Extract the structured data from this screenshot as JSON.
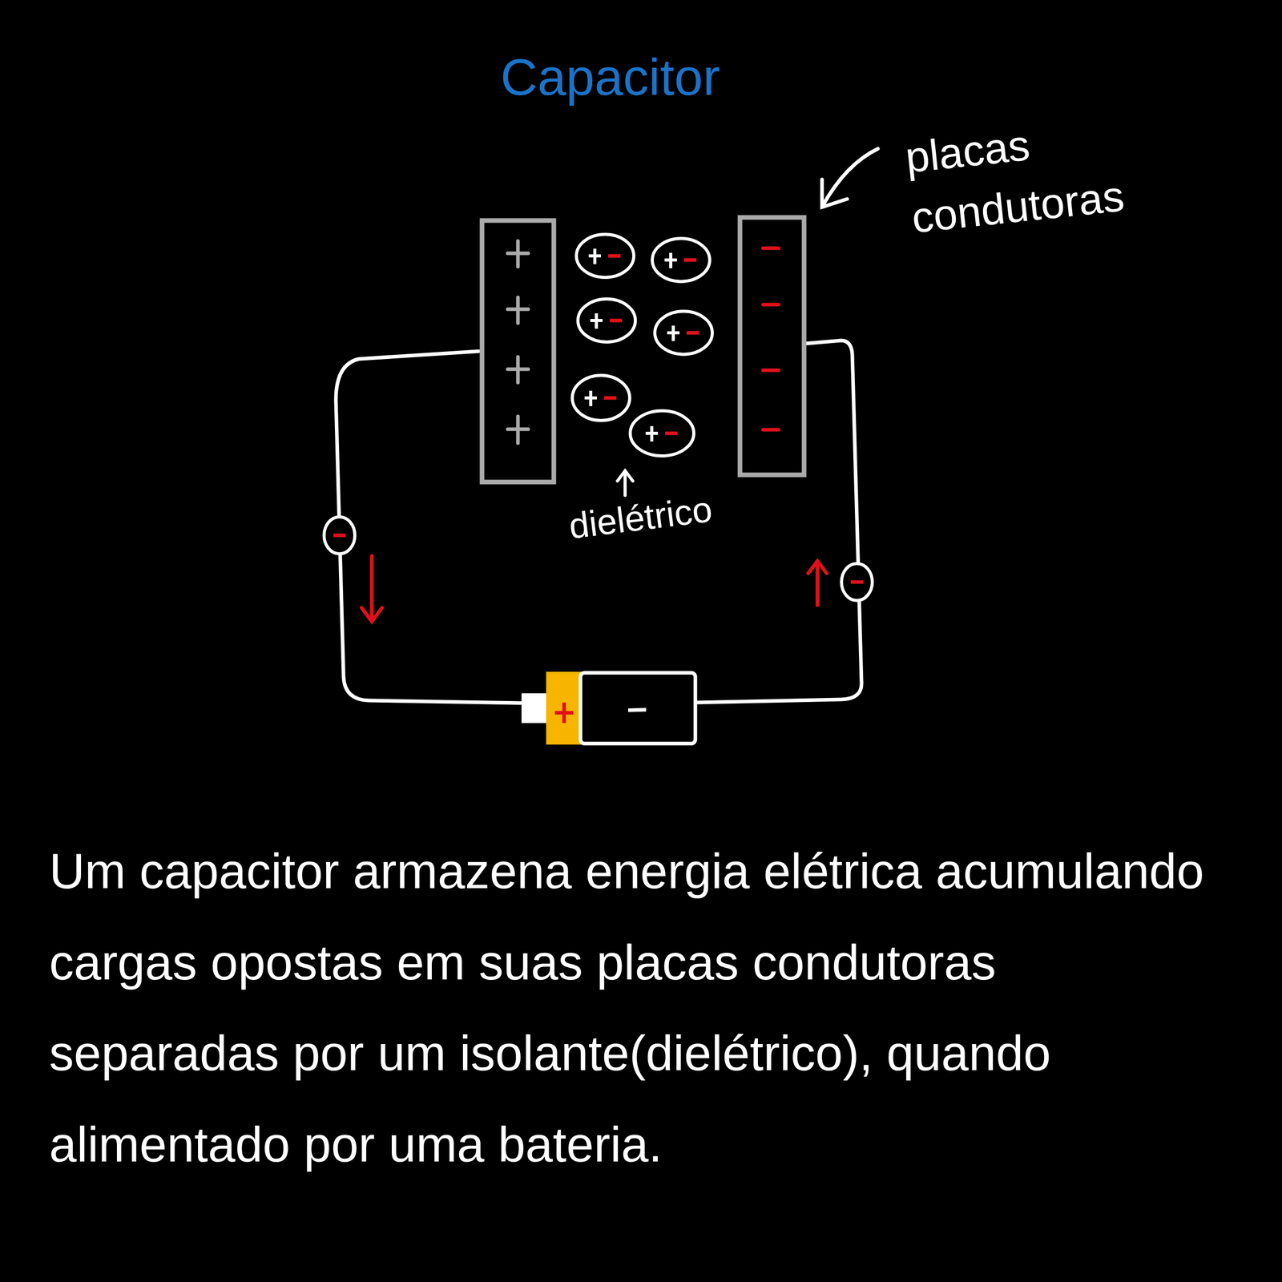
{
  "diagram": {
    "title": "Capacitor",
    "caption": "Um capacitor armazena energia elétrica acumulando cargas opostas em suas placas condutoras separadas por um isolante(dielétrico), quando alimentado por uma bateria.",
    "labels": [
      "placas condutoras",
      "dielétrico"
    ]
  }
}
